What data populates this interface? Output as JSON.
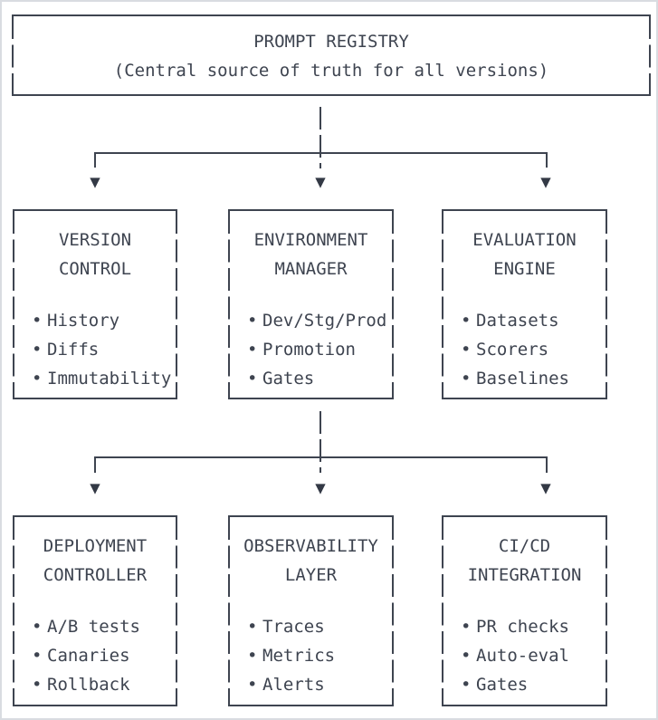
{
  "diagram": {
    "root": {
      "title": "PROMPT REGISTRY",
      "subtitle": "(Central source of truth for all versions)"
    },
    "row1": [
      {
        "title1": "VERSION",
        "title2": "CONTROL",
        "items": [
          "History",
          "Diffs",
          "Immutability"
        ]
      },
      {
        "title1": "ENVIRONMENT",
        "title2": "MANAGER",
        "items": [
          "Dev/Stg/Prod",
          "Promotion",
          "Gates"
        ]
      },
      {
        "title1": "EVALUATION",
        "title2": "ENGINE",
        "items": [
          "Datasets",
          "Scorers",
          "Baselines"
        ]
      }
    ],
    "row2": [
      {
        "title1": "DEPLOYMENT",
        "title2": "CONTROLLER",
        "items": [
          "A/B tests",
          "Canaries",
          "Rollback"
        ]
      },
      {
        "title1": "OBSERVABILITY",
        "title2": "LAYER",
        "items": [
          "Traces",
          "Metrics",
          "Alerts"
        ]
      },
      {
        "title1": "CI/CD",
        "title2": "INTEGRATION",
        "items": [
          "PR checks",
          "Auto-eval",
          "Gates"
        ]
      }
    ],
    "bullet_glyph": "•",
    "arrow_glyph": "▼",
    "colors": {
      "ink": "#3e4450",
      "arrow": "#333945",
      "edge": "#d9dce1",
      "bg": "#ffffff"
    }
  }
}
